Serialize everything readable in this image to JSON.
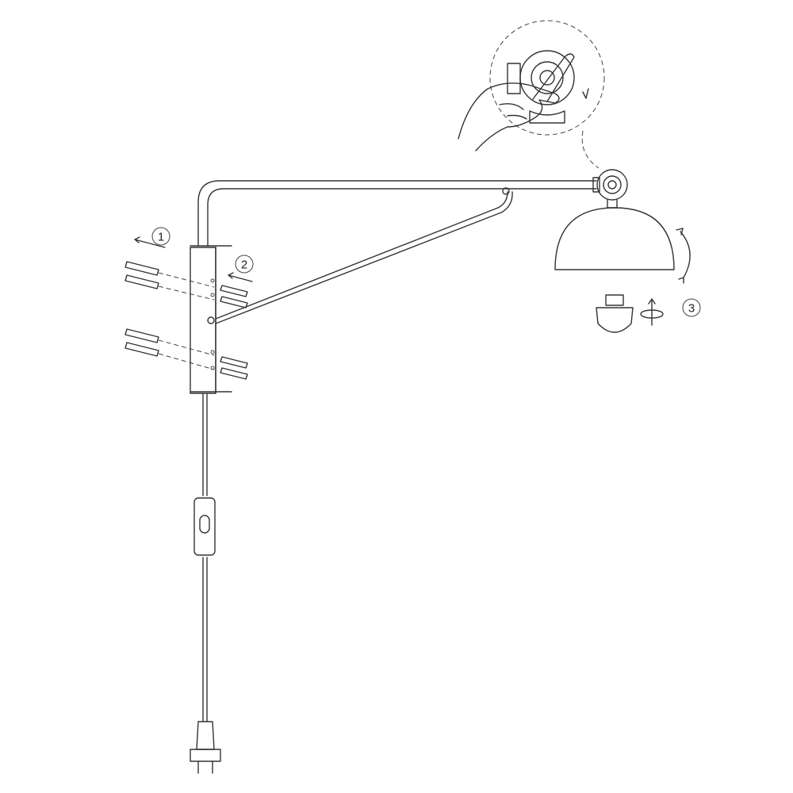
{
  "steps": [
    {
      "label": "1"
    },
    {
      "label": "2"
    },
    {
      "label": "3"
    }
  ],
  "colors": {
    "line": "#333333",
    "background": "#ffffff"
  }
}
